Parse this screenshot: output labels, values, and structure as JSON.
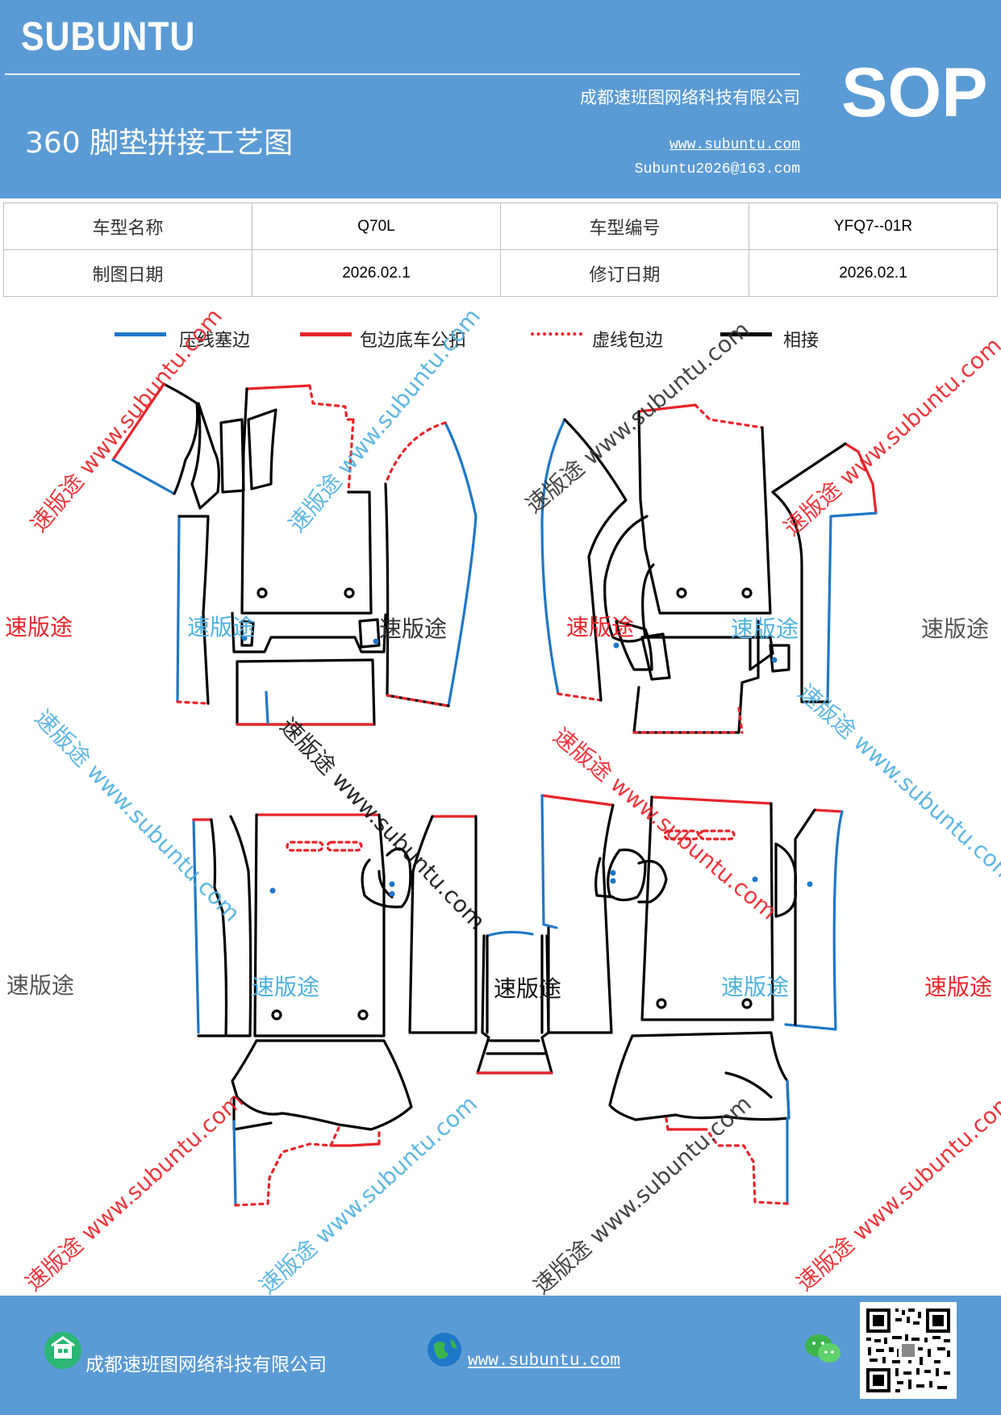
{
  "header": {
    "brand": "SUBUNTU",
    "company": "成都速班图网络科技有限公司",
    "title": "360 脚垫拼接工艺图",
    "url": "www.subuntu.com",
    "email": "Subuntu2026@163.com",
    "badge": "SOP"
  },
  "info_table": {
    "rows": [
      [
        "车型名称",
        "Q70L",
        "车型编号",
        "YFQ7--01R"
      ],
      [
        "制图日期",
        "2026.02.1",
        "修订日期",
        "2026.02.1"
      ]
    ]
  },
  "legend": [
    {
      "label": "压线塞边",
      "color": "#1f77c8",
      "style": "solid"
    },
    {
      "label": "包边底车公扣",
      "color": "#e8242a",
      "style": "solid"
    },
    {
      "label": "虚线包边",
      "color": "#e8242a",
      "style": "dotted"
    },
    {
      "label": "相接",
      "color": "#000000",
      "style": "solid"
    }
  ],
  "watermarks": {
    "brand": "速版途",
    "diagonal": "速版途 www.subuntu.com"
  },
  "footer": {
    "company": "成都速班图网络科技有限公司",
    "url": "www.subuntu.com"
  },
  "colors": {
    "header_bg": "#5b9bd5",
    "blue_line": "#1f77c8",
    "red_line": "#e8242a",
    "black_line": "#000000"
  }
}
